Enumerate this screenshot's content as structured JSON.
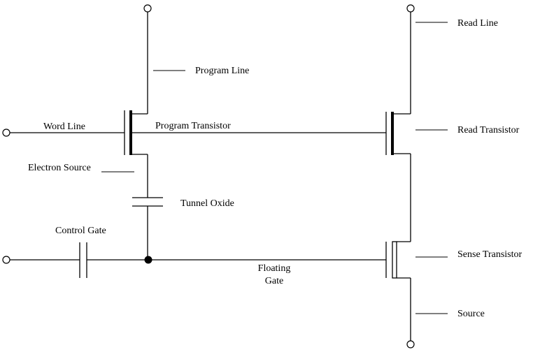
{
  "labels": {
    "program_line": "Program Line",
    "read_line": "Read Line",
    "word_line": "Word Line",
    "program_transistor": "Program Transistor",
    "read_transistor": "Read Transistor",
    "electron_source": "Electron Source",
    "tunnel_oxide": "Tunnel Oxide",
    "control_gate": "Control Gate",
    "sense_transistor": "Sense Transistor",
    "floating_gate_line1": "Floating",
    "floating_gate_line2": "Gate",
    "source": "Source"
  }
}
